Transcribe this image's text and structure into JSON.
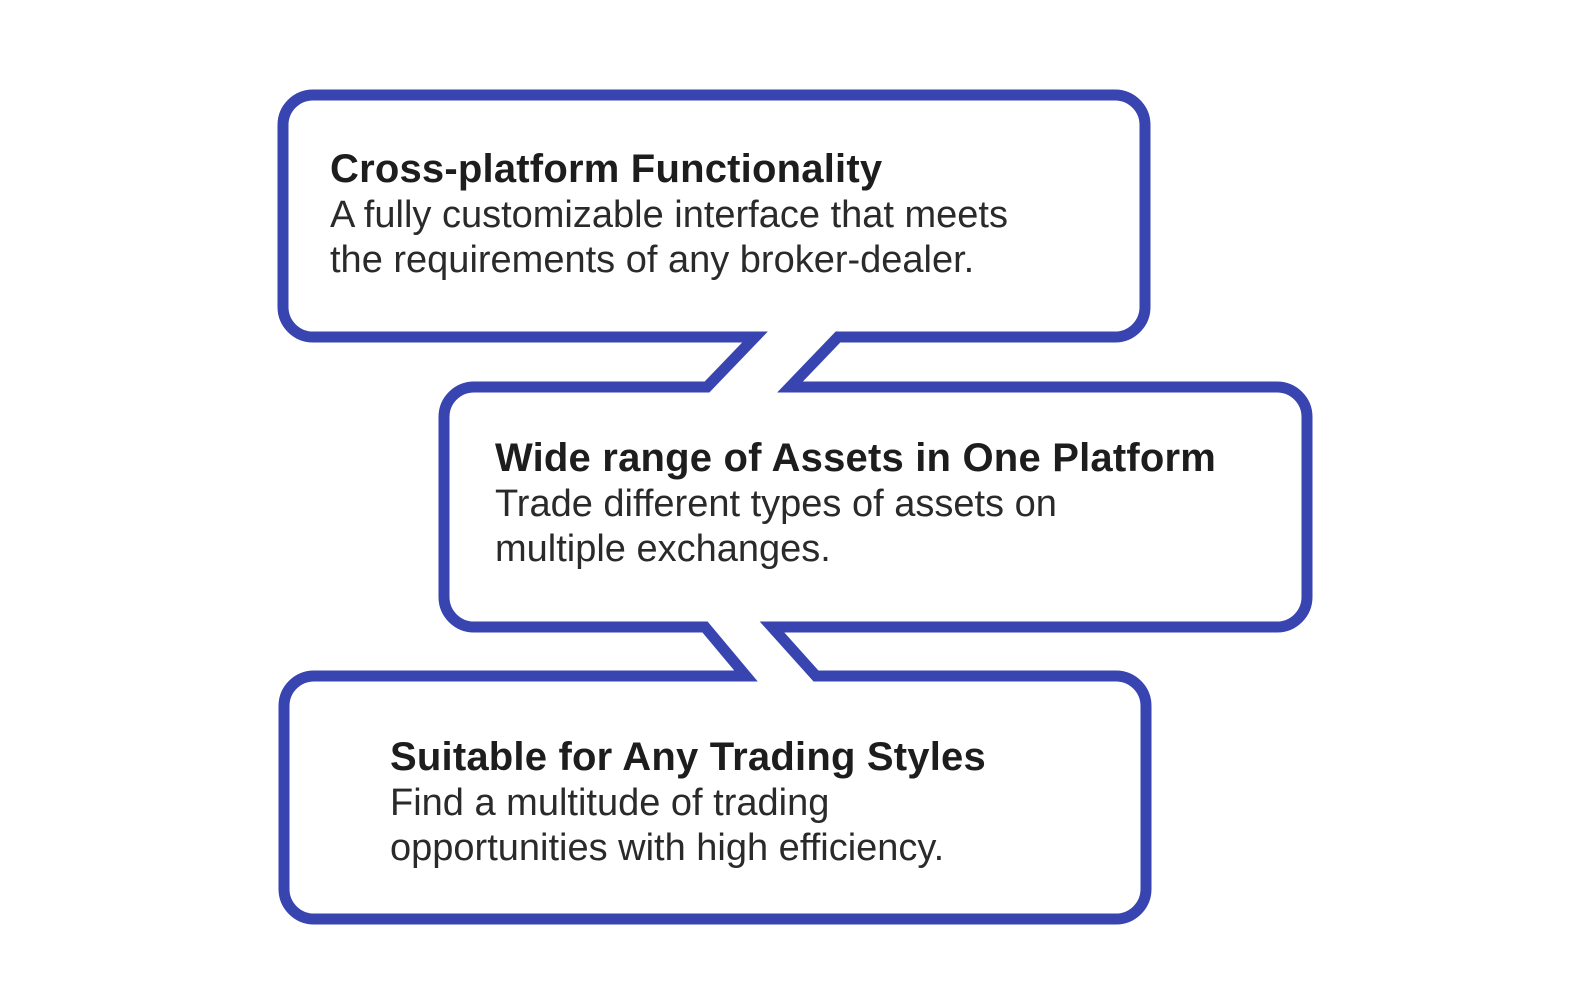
{
  "colors": {
    "bubble_border": "#3844b0",
    "bubble_fill": "#ffffff",
    "title_text": "#1d1d1d",
    "body_text": "#2a2a2a",
    "background": "#ffffff"
  },
  "bubbles": [
    {
      "title": "Cross-platform Functionality",
      "body_lines": [
        "A fully customizable interface that meets",
        "the requirements of any broker-dealer."
      ]
    },
    {
      "title": "Wide range of Assets in One Platform",
      "body_lines": [
        "Trade different types of assets on",
        "multiple exchanges."
      ]
    },
    {
      "title": "Suitable for Any Trading Styles",
      "body_lines": [
        "Find a multitude of trading",
        "opportunities with high efficiency."
      ]
    }
  ]
}
